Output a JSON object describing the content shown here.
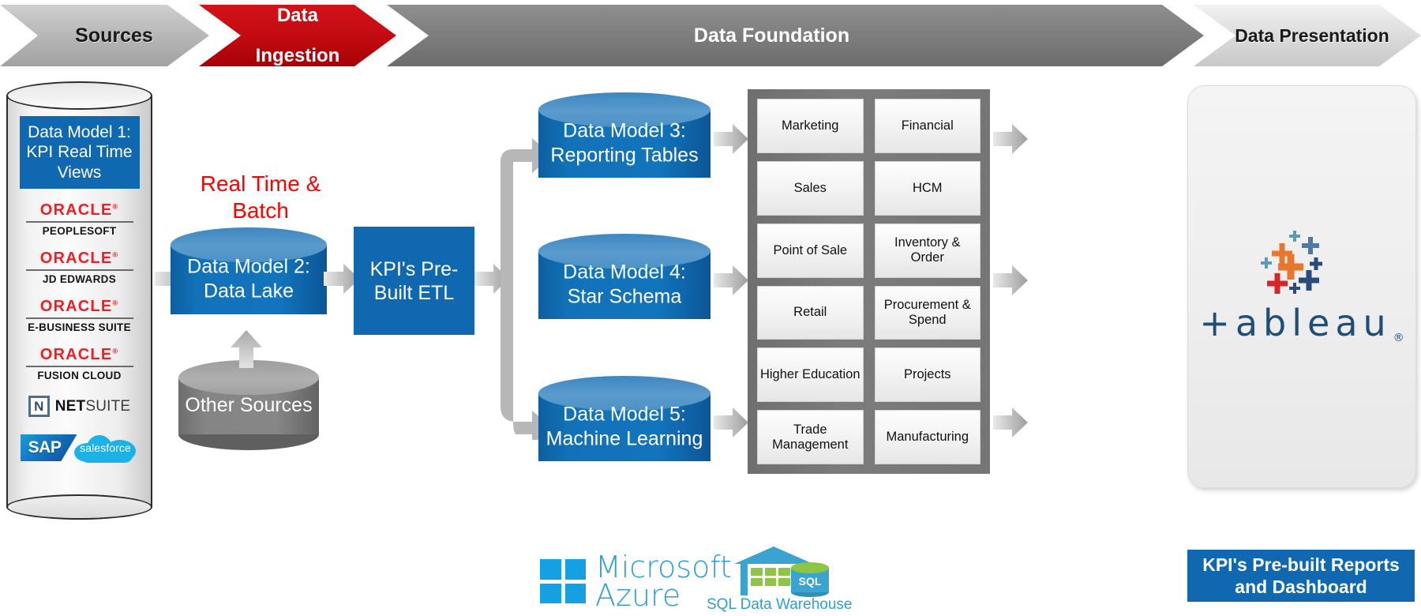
{
  "header": {
    "stages": [
      {
        "label": "Sources",
        "color": "#b9b9b9"
      },
      {
        "label_line1": "Data",
        "label_line2": "Ingestion",
        "color": "#c10a10"
      },
      {
        "label": "Data Foundation",
        "color": "#7d7d7d"
      },
      {
        "label": "Data Presentation",
        "color": "#dedede"
      }
    ]
  },
  "sources": {
    "data_model_1": "Data Model 1: KPI Real Time Views",
    "vendors": [
      {
        "brand": "ORACLE",
        "product": "PEOPLESOFT"
      },
      {
        "brand": "ORACLE",
        "product": "JD EDWARDS"
      },
      {
        "brand": "ORACLE",
        "product": "E-BUSINESS SUITE"
      },
      {
        "brand": "ORACLE",
        "product": "FUSION CLOUD"
      }
    ],
    "netsuite_bold": "NET",
    "netsuite_light": "SUITE",
    "sap_label": "SAP",
    "salesforce_label": "salesforce"
  },
  "ingestion": {
    "real_time_batch": "Real Time & Batch",
    "data_model_2": "Data Model 2: Data Lake",
    "other_sources": "Other Sources"
  },
  "foundation": {
    "etl_box": "KPI's Pre-Built ETL",
    "models": [
      "Data Model 3: Reporting Tables",
      "Data Model 4: Star Schema",
      "Data Model 5: Machine Learning"
    ],
    "subject_areas": [
      "Marketing",
      "Financial",
      "Sales",
      "HCM",
      "Point of Sale",
      "Inventory & Order",
      "Retail",
      "Procurement & Spend",
      "Higher Education",
      "Projects",
      "Trade Management",
      "Manufacturing"
    ],
    "azure_line1": "Microsoft",
    "azure_line2": "Azure",
    "sqldw_badge": "SQL",
    "sqldw_caption": "SQL Data Warehouse"
  },
  "presentation": {
    "tableau_wordmark": "+ableau",
    "tableau_registered": "®",
    "kpi_caption": "KPI's Pre-built Reports and Dashboard",
    "tableau_colors": [
      "#e8762d",
      "#4e79a7",
      "#d62728",
      "#2b4a7d",
      "#5b9bb5"
    ]
  }
}
